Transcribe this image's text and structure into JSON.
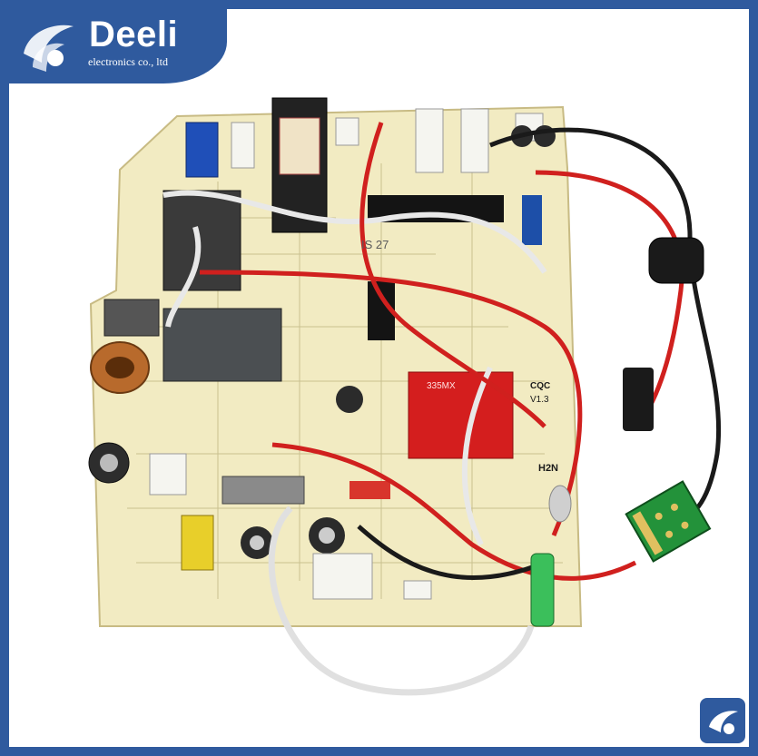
{
  "brand": {
    "name": "Deeli",
    "tagline": "electronics co., ltd",
    "color": "#2f5a9e"
  },
  "board_markings": {
    "certification_mark": "CQC",
    "model_code": "H2N",
    "revision": "V1.3",
    "board_code": "IS 27",
    "fuse_code": "335MX"
  },
  "wire_colors": [
    "#d0201e",
    "#1a1a1a",
    "#e8e8e8"
  ],
  "pcb_color": "#f2ebc2"
}
